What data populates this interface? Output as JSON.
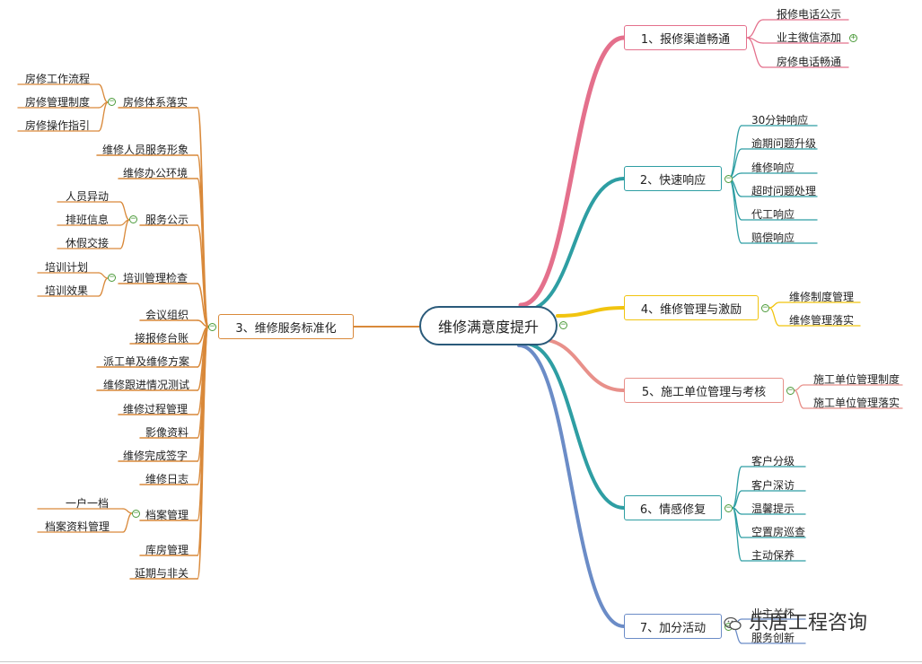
{
  "root": "维修满意度提升",
  "branches": {
    "b1": {
      "label": "1、报修渠道畅通",
      "color": "#e4708c",
      "leaves": [
        "报修电话公示",
        "业主微信添加",
        "房修电话畅通"
      ]
    },
    "b2": {
      "label": "2、快速响应",
      "color": "#2e9ea3",
      "leaves": [
        "30分钟响应",
        "逾期问题升级",
        "维修响应",
        "超时问题处理",
        "代工响应",
        "赔偿响应"
      ]
    },
    "b4": {
      "label": "4、维修管理与激励",
      "color": "#f1c40f",
      "leaves": [
        "维修制度管理",
        "维修管理落实"
      ]
    },
    "b5": {
      "label": "5、施工单位管理与考核",
      "color": "#e8908a",
      "leaves": [
        "施工单位管理制度",
        "施工单位管理落实"
      ]
    },
    "b6": {
      "label": "6、情感修复",
      "color": "#2e9ea3",
      "leaves": [
        "客户分级",
        "客户深访",
        "温馨提示",
        "空置房巡查",
        "主动保养"
      ]
    },
    "b7": {
      "label": "7、加分活动",
      "color": "#6b8cc7",
      "leaves": [
        "业主关怀",
        "服务创新"
      ]
    },
    "b3": {
      "label": "3、维修服务标准化",
      "color": "#d9893a",
      "groups": {
        "g1": {
          "label": "房修体系落实",
          "children": [
            "房修工作流程",
            "房修管理制度",
            "房修操作指引"
          ]
        },
        "l1": "维修人员服务形象",
        "l2": "维修办公环境",
        "g2": {
          "label": "服务公示",
          "children": [
            "人员异动",
            "排班信息",
            "休假交接"
          ]
        },
        "g3": {
          "label": "培训管理检查",
          "children": [
            "培训计划",
            "培训效果"
          ]
        },
        "l3": "会议组织",
        "l4": "接报修台账",
        "l5": "派工单及维修方案",
        "l6": "维修跟进情况测试",
        "l7": "维修过程管理",
        "l8": "影像资料",
        "l9": "维修完成签字",
        "l10": "维修日志",
        "g4": {
          "label": "档案管理",
          "children": [
            "一户一档",
            "档案资料管理"
          ]
        },
        "l11": "库房管理",
        "l12": "延期与非关"
      }
    }
  },
  "watermark": "乐居工程咨询"
}
